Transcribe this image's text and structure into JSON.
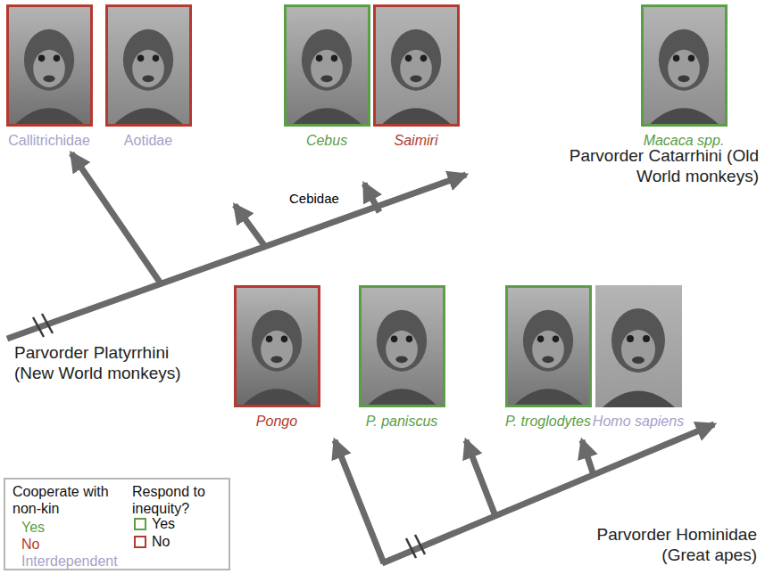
{
  "diagram": {
    "nodes": [
      {
        "text": [
          "Callitrichidae"
        ]
      },
      {
        "text": [
          "Aotidae"
        ]
      },
      {
        "text": [
          "Cebus"
        ]
      },
      {
        "text": [
          "Saimiri"
        ]
      },
      {
        "text": [
          "Macaca spp."
        ]
      },
      {
        "text": [
          "Pongo"
        ]
      },
      {
        "text": [
          "P. paniscus"
        ]
      },
      {
        "text": [
          "P. troglodytes"
        ]
      },
      {
        "text": [
          "Homo sapiens"
        ]
      }
    ],
    "labels": [
      "Cebidae",
      "Parvorder Catarrhini (Old World monkeys)",
      "Parvorder Platyrrhini (New World monkeys)",
      "Parvorder Hominidae (Great apes)",
      "Cooperate with non-kin",
      "Respond to inequity?"
    ],
    "legend": [
      {
        "text": "Yes",
        "color": "#5a9e46"
      },
      {
        "text": "No",
        "color": "#b23a30"
      },
      {
        "text": "Interdependent",
        "color": "#a69fca"
      },
      {
        "text": "Yes",
        "color": "#5a9e46"
      },
      {
        "text": "No",
        "color": "#b23a30"
      }
    ]
  }
}
